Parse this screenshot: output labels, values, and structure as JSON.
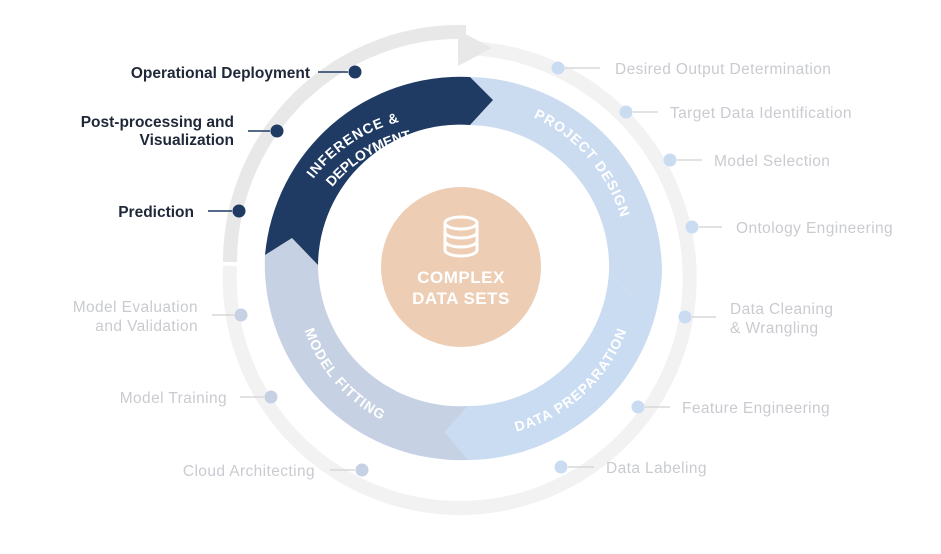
{
  "center": {
    "title_line1": "COMPLEX",
    "title_line2": "DATA SETS",
    "icon": "database-icon"
  },
  "segments": [
    {
      "key": "inference",
      "line1": "INFERENCE &",
      "line2": "DEPLOYMENT",
      "color": "#1f3a63",
      "active": true
    },
    {
      "key": "design",
      "line1": "PROJECT DESIGN",
      "color": "#c9dcf2",
      "active": false
    },
    {
      "key": "prep",
      "line1": "DATA PREPARATION",
      "color": "#c9dcf2",
      "active": false
    },
    {
      "key": "fitting",
      "line1": "MODEL FITTING",
      "color": "#c6d1e3",
      "active": false
    }
  ],
  "steps": {
    "operational_deployment": "Operational Deployment",
    "post_processing_1": "Post-processing and",
    "post_processing_2": "Visualization",
    "prediction": "Prediction",
    "desired_output": "Desired Output Determination",
    "target_data": "Target Data Identification",
    "model_selection": "Model Selection",
    "ontology": "Ontology Engineering",
    "data_cleaning_1": "Data Cleaning",
    "data_cleaning_2": "& Wrangling",
    "feature_engineering": "Feature Engineering",
    "data_labeling": "Data Labeling",
    "model_eval_1": "Model Evaluation",
    "model_eval_2": "and Validation",
    "model_training": "Model Training",
    "cloud_architecting": "Cloud Architecting"
  },
  "colors": {
    "active_dot": "#1f3a63",
    "active_text": "#1f2838",
    "inactive_dot": "#c9dcf2",
    "inactive_text": "#c9cbd0",
    "outer_ring": "#ebebeb",
    "center_circle": "#edcdb4"
  }
}
